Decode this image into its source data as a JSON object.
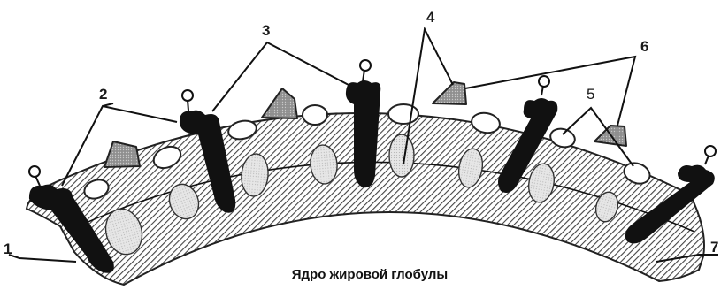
{
  "caption": "Ядро жировой глобулы",
  "labels": {
    "l1": "1",
    "l2": "2",
    "l3": "3",
    "l4": "4",
    "l5": "5",
    "l6": "6",
    "l7": "7"
  },
  "colors": {
    "membrane_hatch": "#444444",
    "protein_dark": "#111111",
    "grey_protein": "#9a9a9a",
    "inclusion_light": "#e3e3e3",
    "inclusion_white": "#ffffff"
  }
}
